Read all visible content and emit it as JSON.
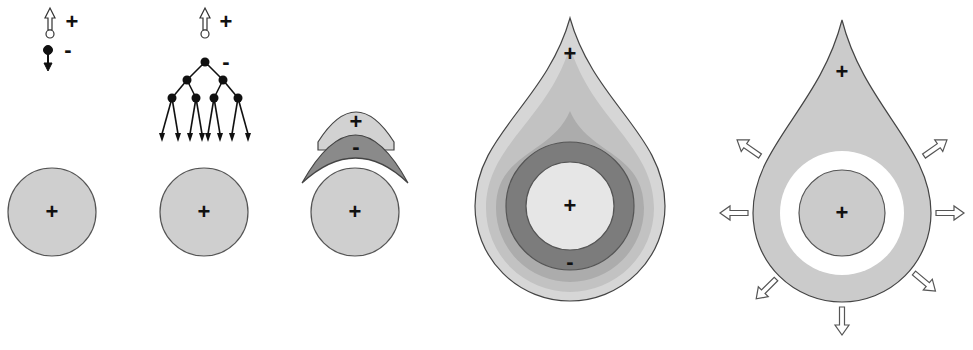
{
  "diagram": {
    "nodes": [
      {
        "text": [
          "+"
        ]
      },
      {
        "text": [
          "+"
        ]
      },
      {
        "text": [
          "+"
        ]
      },
      {
        "text": [
          "-"
        ]
      },
      {
        "text": [
          "+"
        ]
      },
      {
        "text": [
          "+"
        ]
      },
      {
        "text": [
          "-"
        ],
        "in": 5
      },
      {
        "text": [
          "+"
        ],
        "in": 6
      },
      {
        "text": [
          "+"
        ]
      },
      {
        "text": [
          "+"
        ],
        "in": 8
      }
    ],
    "labels": [
      "+",
      "-",
      "+",
      "-"
    ]
  }
}
